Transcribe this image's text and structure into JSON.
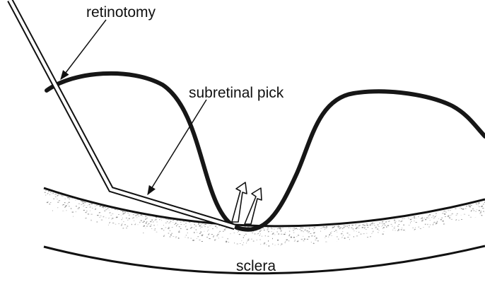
{
  "labels": {
    "retinotomy": "retinotomy",
    "subretinal_pick": "subretinal pick",
    "sclera": "sclera"
  },
  "colors": {
    "line": "#111111",
    "retina": "#161616",
    "speckle": "#6f6f6f",
    "background": "#ffffff"
  },
  "icons": {
    "motion_arrows": "lift-arrow-icon"
  }
}
